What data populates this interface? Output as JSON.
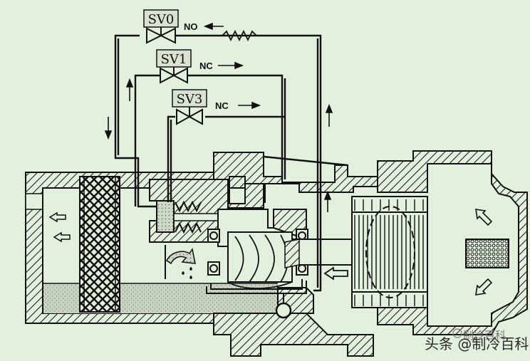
{
  "valves": [
    {
      "label": "SV0",
      "state": "NO"
    },
    {
      "label": "SV1",
      "state": "NC"
    },
    {
      "label": "SV3",
      "state": "NC"
    }
  ],
  "watermark": {
    "text": "头条 @制冷百科",
    "faint_text": "制冷百科"
  },
  "colors": {
    "background": "#e3f0de",
    "line": "#111111",
    "valve_label_bg": "#d8e4cf",
    "oil": "#c8d3c0",
    "plate": "#cdd8c6"
  }
}
